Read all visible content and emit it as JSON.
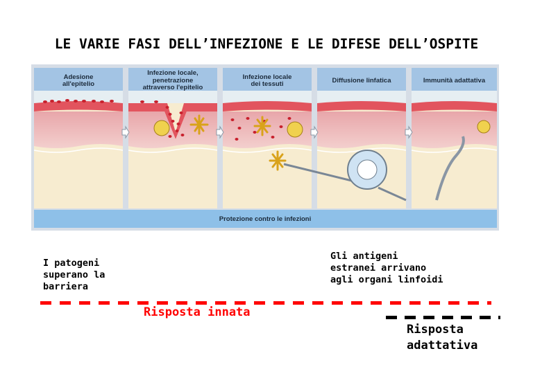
{
  "title": "LE VARIE FASI DELL’INFEZIONE E LE DIFESE DELL’OSPITE",
  "figure": {
    "panels": [
      {
        "label": "Adesione\nall'epitelio"
      },
      {
        "label": "Infezione locale, penetrazione\nattraverso l'epitelio"
      },
      {
        "label": "Infezione locale\ndei tessuti"
      },
      {
        "label": "Diffusione linfatica"
      },
      {
        "label": "Immunità adattativa"
      }
    ],
    "bottom_label": "Protezione contro le infezioni"
  },
  "notes": {
    "left": "I patogeni\nsuperano la\nbarriera",
    "right": "Gli antigeni\nestranei arrivano\nagli organi linfoidi"
  },
  "responses": {
    "innate": "Risposta innata",
    "adaptive": "Risposta\nadattativa"
  },
  "colors": {
    "innate": "#ff0000",
    "adaptive": "#000000",
    "epithelium": "#e2545e",
    "tissue": "#f7ecd0",
    "header": "#9fc2e2",
    "protection_bar": "#8ec0e8"
  }
}
